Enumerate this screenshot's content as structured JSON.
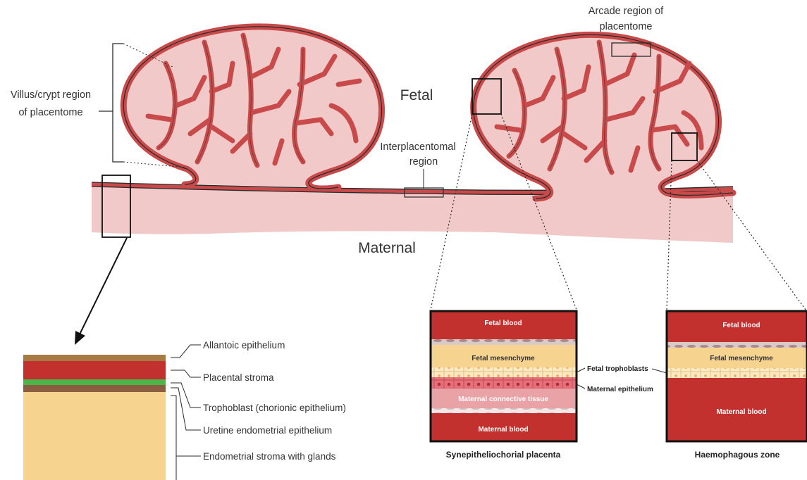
{
  "labels": {
    "fetal": "Fetal",
    "maternal": "Maternal",
    "villus_region": [
      "Villus/crypt region",
      "of placentome"
    ],
    "arcade_region": [
      "Arcade region of",
      "placentome"
    ],
    "interplacentomal": [
      "Interplacentomal",
      "region"
    ]
  },
  "layers": [
    {
      "label": "Allantoic epithelium",
      "color": "#a77b44"
    },
    {
      "label": "Placental stroma",
      "color": "#c3312f"
    },
    {
      "label": "Trophoblast (chorionic epithelium)",
      "color": "#4cb54a"
    },
    {
      "label": "Uretine endometrial epithelium",
      "color": "#8c5e41"
    },
    {
      "label": "Endometrial stroma with glands",
      "color": "#f6d38f"
    }
  ],
  "panel_left": {
    "caption": "Synepitheliochorial placenta",
    "fetal_blood": "Fetal blood",
    "fetal_mesenchyme": "Fetal mesenchyme",
    "maternal_connective": "Maternal connective tissue",
    "maternal_blood": "Maternal blood",
    "side_trophoblasts": "Fetal trophoblasts",
    "side_epithelium": "Maternal epithelium"
  },
  "panel_right": {
    "caption": "Haemophagous zone",
    "fetal_blood": "Fetal blood",
    "fetal_mesenchyme": "Fetal mesenchyme",
    "maternal_blood": "Maternal blood"
  },
  "colors": {
    "tissue_fill": "#f2c9c9",
    "vessel": "#c94a4a",
    "outline": "#2a2a2a",
    "blood": "#c3312f",
    "mesenchyme": "#f6d38f"
  }
}
